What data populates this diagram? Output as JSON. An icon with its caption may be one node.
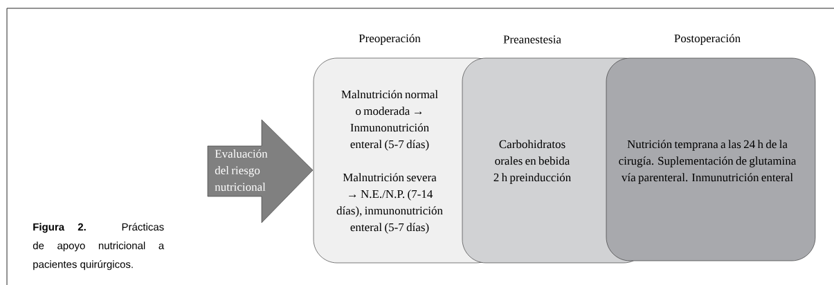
{
  "diagram": {
    "caption": "**Figura 2.** Prácticas de apoyo nutricional a pacientes quirúrgicos.",
    "nodes": [
      {
        "text": [
          "Evaluación del riesgo nutricional"
        ]
      },
      {
        "text": [
          "Preoperación",
          "Malnutrición normal o moderada → Inmunonutrición enteral (5-7 días)",
          "Malnutrición severa → N.E./N.P. (7-14 días), inmunonutrición enteral (5-7 días)"
        ]
      },
      {
        "text": [
          "Preanestesia",
          "Carbohidratos orales en bebida 2 h preinducción"
        ]
      },
      {
        "text": [
          "Postoperación",
          "Nutrición temprana a las 24 h de la cirugía. Suplementación de glutamina vía parenteral. Inmunutrición enteral"
        ]
      }
    ]
  }
}
